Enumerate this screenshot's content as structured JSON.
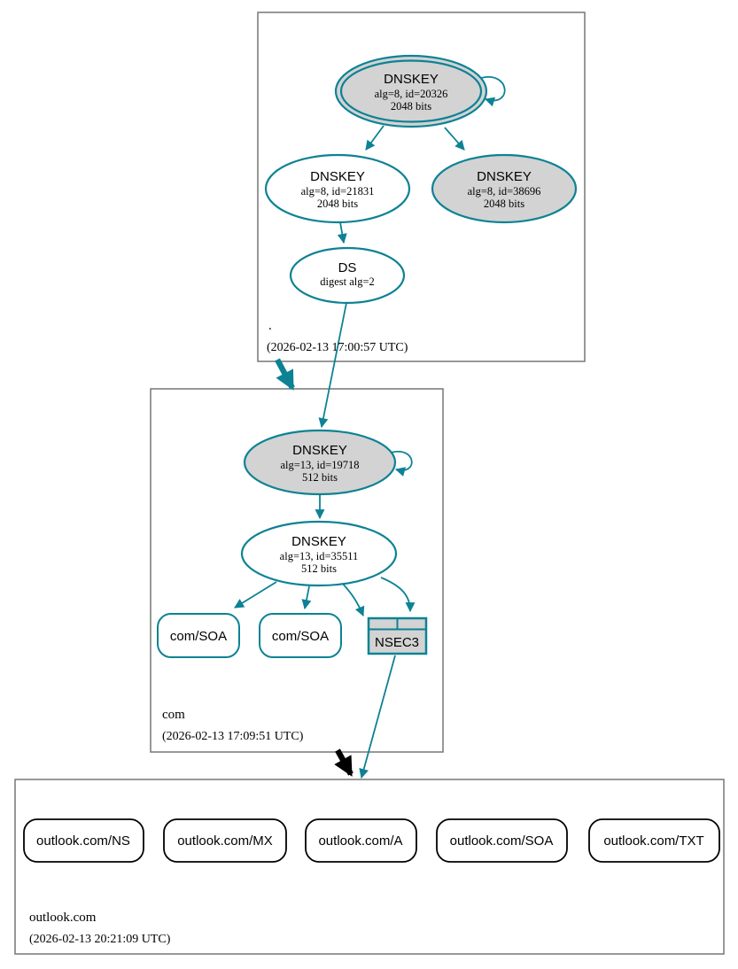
{
  "colors": {
    "edge_teal": "#0d8294",
    "node_fill_gray": "#d3d3d3",
    "zone_box_border": "#777777",
    "black": "#000000",
    "white": "#ffffff"
  },
  "zones": {
    "root": {
      "label": ".",
      "timestamp": "(2026-02-13 17:00:57 UTC)",
      "ksk": {
        "title": "DNSKEY",
        "line1": "alg=8, id=20326",
        "line2": "2048 bits"
      },
      "zsk": {
        "title": "DNSKEY",
        "line1": "alg=8, id=21831",
        "line2": "2048 bits"
      },
      "key3": {
        "title": "DNSKEY",
        "line1": "alg=8, id=38696",
        "line2": "2048 bits"
      },
      "ds": {
        "title": "DS",
        "line1": "digest alg=2"
      }
    },
    "com": {
      "label": "com",
      "timestamp": "(2026-02-13 17:09:51 UTC)",
      "ksk": {
        "title": "DNSKEY",
        "line1": "alg=13, id=19718",
        "line2": "512 bits"
      },
      "zsk": {
        "title": "DNSKEY",
        "line1": "alg=13, id=35511",
        "line2": "512 bits"
      },
      "soa1": "com/SOA",
      "soa2": "com/SOA",
      "nsec3": "NSEC3"
    },
    "outlook": {
      "label": "outlook.com",
      "timestamp": "(2026-02-13 20:21:09 UTC)",
      "rrsets": [
        "outlook.com/NS",
        "outlook.com/MX",
        "outlook.com/A",
        "outlook.com/SOA",
        "outlook.com/TXT"
      ]
    }
  }
}
